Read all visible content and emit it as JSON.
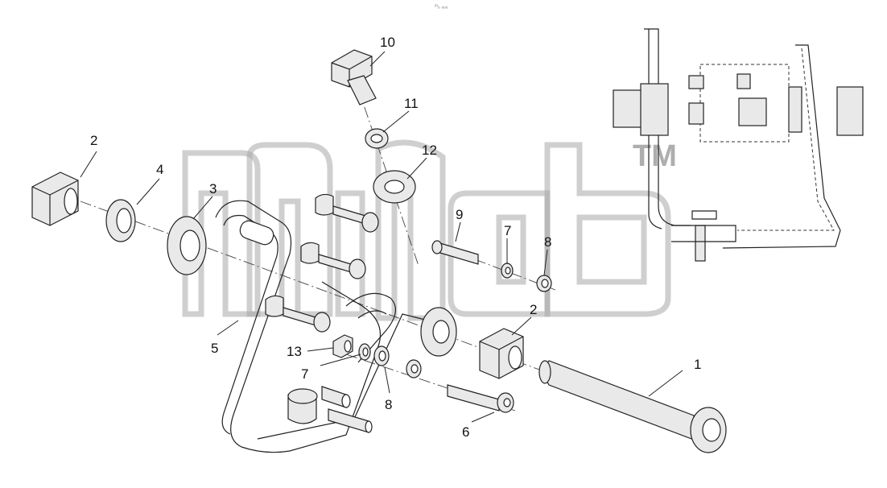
{
  "diagram": {
    "callouts": [
      "1",
      "2",
      "3",
      "4",
      "5",
      "6",
      "7",
      "8",
      "9",
      "10",
      "11",
      "12",
      "13",
      "2",
      "7",
      "8"
    ],
    "watermark_tm": "TM",
    "header_mark": "ᵐₒ ₒₒₒ"
  }
}
